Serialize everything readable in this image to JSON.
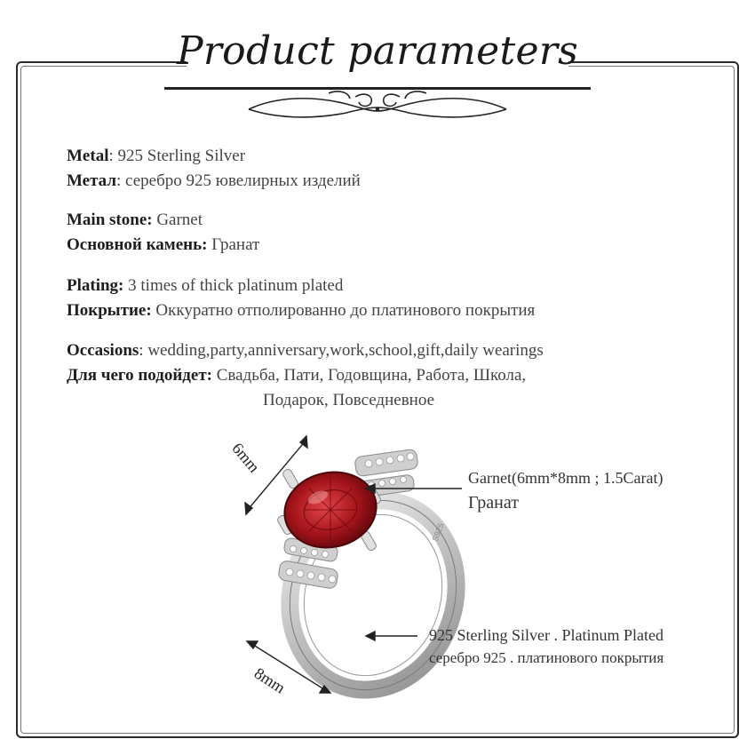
{
  "header": {
    "title": "Product parameters"
  },
  "specs": [
    {
      "label": "Metal",
      "sep": ": ",
      "value": "925 Sterling Silver"
    },
    {
      "label": "Метал",
      "sep": ": ",
      "value": "серебро 925 ювелирных изделий"
    },
    {
      "label": "Main stone:",
      "sep": " ",
      "value": "Garnet"
    },
    {
      "label": "Основной камень:",
      "sep": " ",
      "value": "Гранат"
    },
    {
      "label": "Plating:",
      "sep": "  ",
      "value": "3 times of thick platinum plated"
    },
    {
      "label": "Покрытие:",
      "sep": " ",
      "value": "Оккуратно отполированно до платинового покрытия"
    },
    {
      "label": "Occasions",
      "sep": ": ",
      "value": "wedding,party,anniversary,work,school,gift,daily wearings"
    },
    {
      "label": "Для чего подойдет:",
      "sep": "  ",
      "value": "Свадьба, Пати, Годовщина, Работа, Школа,"
    },
    {
      "label": "",
      "sep": "",
      "value": "Подарок, Повседневное"
    }
  ],
  "diagram": {
    "width_label": "6mm",
    "band_label": "8mm",
    "stone_callout": "Garnet(6mm*8mm ; 1.5Carat)",
    "stone_callout_ru": "Гранат",
    "metal_callout": "925 Sterling Silver . Platinum Plated",
    "metal_callout_ru": "серебро 925 . платинового покрытия",
    "engraving": "S925"
  },
  "colors": {
    "garnet": "#a3141a",
    "garnet_light": "#d6333a",
    "silver": "#d9d9d9",
    "frame": "#2b2b2b"
  }
}
